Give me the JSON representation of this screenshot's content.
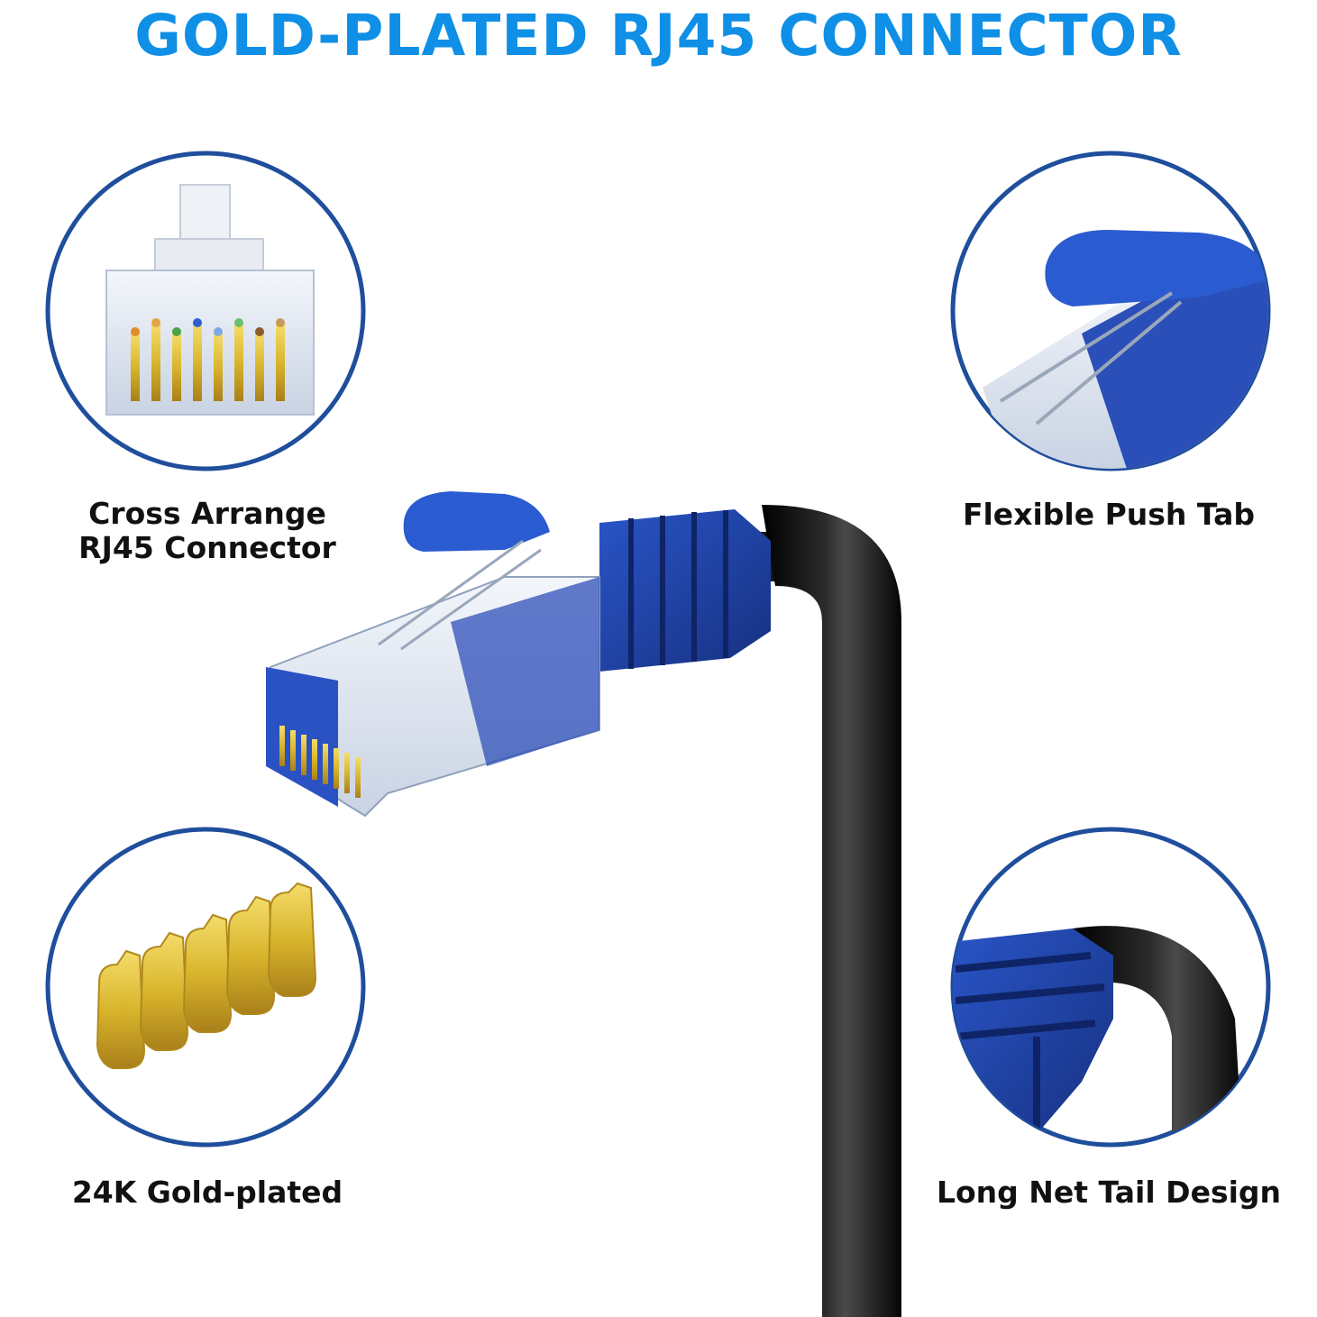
{
  "headline": "GOLD-PLATED RJ45 CONNECTOR",
  "features": {
    "top_left": {
      "label_line1": "Cross Arrange",
      "label_line2": "RJ45 Connector"
    },
    "top_right": {
      "label": "Flexible Push Tab"
    },
    "bottom_left": {
      "label": "24K Gold-plated"
    },
    "bottom_right": {
      "label": "Long Net Tail Design"
    }
  },
  "colors": {
    "headline": "#0f8fe6",
    "circle_border": "#1f4e9c",
    "boot_blue": "#1e3fa8",
    "cable_black": "#0d0d0d",
    "gold": "#d9b52c"
  }
}
